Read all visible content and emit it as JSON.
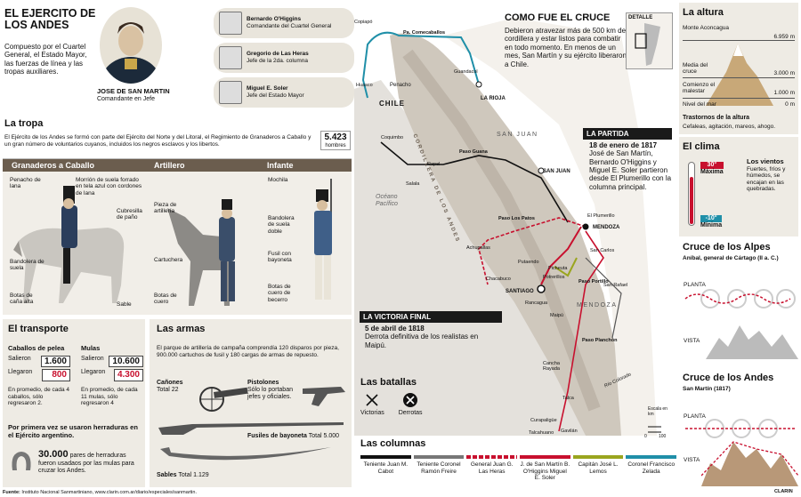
{
  "title": "EL EJERCITO DE LOS ANDES",
  "intro": "Compuesto por el Cuartel General, el Estado Mayor, las fuerzas de línea y las tropas auxiliares.",
  "sanmartin": {
    "name": "JOSE DE SAN MARTIN",
    "role": "Comandante en Jefe"
  },
  "officers": [
    {
      "name": "Bernardo O'Higgins",
      "role": "Comandante del Cuartel General"
    },
    {
      "name": "Gregorio de Las Heras",
      "role": "Jefe de la 2da. columna"
    },
    {
      "name": "Miguel E. Soler",
      "role": "Jefe del Estado Mayor"
    }
  ],
  "tropa": {
    "title": "La tropa",
    "text": "El Ejército de los Andes se formó con parte del Ejército del Norte y del Litoral, el Regimiento de Granaderos a Caballo y un gran número de voluntarios cuyanos, incluidos los negros esclavos y los libertos.",
    "count": "5.423",
    "count_label": "hombres"
  },
  "units": [
    {
      "title": "Granaderos a Caballo",
      "labels": [
        "Penacho de lana",
        "Morrión de suela forrado en tela azul con cordones de lana",
        "Cubresilla de paño",
        "Bandolera de suela",
        "Botas de caña alta",
        "Sable"
      ]
    },
    {
      "title": "Artillero",
      "labels": [
        "Pieza de artillería",
        "Cartuchera",
        "Botas de cuero"
      ]
    },
    {
      "title": "Infante",
      "labels": [
        "Mochila",
        "Bandolera de suela doble",
        "Fusil con bayoneta",
        "Botas de cuero de becerro"
      ]
    }
  ],
  "transporte": {
    "title": "El transporte",
    "caballos": {
      "label": "Caballos de pelea",
      "salieron": "1.600",
      "llegaron": "800"
    },
    "mulas": {
      "label": "Mulas",
      "salieron": "10.600",
      "llegaron": "4.300"
    },
    "salieron_lbl": "Salieron",
    "llegaron_lbl": "Llegaron",
    "note1": "En promedio, de cada 4 caballos, sólo regresaron 2.",
    "note2": "En promedio, de cada 11 mulas, sólo regresaron 4",
    "herraduras_title": "Por primera vez se usaron herraduras en el Ejército argentino.",
    "herraduras_num": "30.000",
    "herraduras_word": "pares de herraduras",
    "herraduras_text": "fueron usadaos por las mulas para cruzar los Andes."
  },
  "armas": {
    "title": "Las armas",
    "text": "El parque de artillería de campaña comprendía 120 disparos por pieza, 900.000 cartuchos de fusil y 180 cargas de armas de repuesto.",
    "canones": "Cañones",
    "canones_total": "Total 22",
    "pistolones": "Pistolones",
    "pistolones_text": "Sólo lo portaban jefes y oficiales.",
    "fusiles": "Fusiles de bayoneta",
    "fusiles_total": "Total 5.000",
    "sables": "Sables",
    "sables_total": "Total 1.129"
  },
  "cruce": {
    "title": "COMO FUE EL CRUCE",
    "text": "Debieron atravezar más de 500 km de cordillera y estar listos para combatir en todo momento. En menos de un mes, San Martín y su ejército liberaron a Chile.",
    "detalle": "DETALLE"
  },
  "partida": {
    "tag": "LA PARTIDA",
    "date": "18 de enero de 1817",
    "text": "José de San Martín, Bernardo O'Higgins y Miguel E. Soler partieron desde El Plumerillo con la columna principal."
  },
  "victoria": {
    "tag": "LA VICTORIA FINAL",
    "date": "5 de abril de 1818",
    "text": "Derrota definitiva de los realistas en Maipú."
  },
  "batallas": {
    "title": "Las batallas",
    "victorias": "Victorias",
    "derrotas": "Derrotas"
  },
  "columnas": {
    "title": "Las columnas",
    "items": [
      {
        "label": "Teniente Juan M. Cabot",
        "color": "#111111"
      },
      {
        "label": "Teniente Coronel Ramón Freire",
        "color": "#777777"
      },
      {
        "label": "General Juan G. Las Heras",
        "color": "#c8102e"
      },
      {
        "label": "J. de San Martín B. O'Higgins Miguel E. Soler",
        "color": "#c8102e"
      },
      {
        "label": "Capitán José L. Lemos",
        "color": "#9aa51e"
      },
      {
        "label": "Coronel Francisco Zelada",
        "color": "#1f8fa8"
      }
    ]
  },
  "map": {
    "chile": "CHILE",
    "cordillera": "CORDILLERA DE LOS ANDES",
    "oceano": "Océano Pacífico",
    "mendoza_prov": "MENDOZA",
    "sanjuan_prov": "SAN JUAN",
    "scale": "Escala en km",
    "scale_vals": [
      "0",
      "100"
    ],
    "places": [
      "Copiapó",
      "Pa. Comecaballos",
      "Huasco",
      "Penacho",
      "Guandacol",
      "LA RIOJA",
      "Coquimbo",
      "Rapel",
      "Paso Guana",
      "SAN JUAN",
      "Salala",
      "El Plumerillo",
      "MENDOZA",
      "Paso Los Patos",
      "Achupallas",
      "Picheuta",
      "Putaendo",
      "Potrerillos",
      "San Carlos",
      "Chacabuco",
      "SANTIAGO",
      "Paso Portillo",
      "San Rafael",
      "Rancagua",
      "Maipú",
      "Paso Planchón",
      "Cancha Rayada",
      "Talca",
      "Río Colorado",
      "Curapaligüe",
      "Gavilán",
      "Talcahuano"
    ]
  },
  "altura": {
    "title": "La altura",
    "monte": "Monte Aconcagua",
    "monte_m": "6.959 m",
    "media": "Media del cruce",
    "media_m": "3.000 m",
    "comienzo": "Comienzo el malestar",
    "comienzo_m": "1.000 m",
    "nivel": "Nivel del mar",
    "nivel_m": "0 m",
    "trastornos_title": "Trastornos de la altura",
    "trastornos": "Cefaleas, agitación, mareos, ahogo."
  },
  "clima": {
    "title": "El clima",
    "max": "30°",
    "max_lbl": "Máxima",
    "min": "-10°",
    "min_lbl": "Mínima",
    "vientos_title": "Los vientos",
    "vientos": "Fuertes, fríos y húmedos, se encajan en las quebradas.",
    "max_frac": 0.78,
    "min_frac": 0.12
  },
  "alpes": {
    "title": "Cruce de los Alpes",
    "sub": "Aníbal, general de Cártago (II a. C.)",
    "planta": "PLANTA",
    "vista": "VISTA"
  },
  "andes": {
    "title": "Cruce de los Andes",
    "sub": "San Martín (1817)",
    "planta": "PLANTA",
    "vista": "VISTA"
  },
  "source_lbl": "Fuente:",
  "source": "Instituto Nacional Sanmartiniano, www.clarin.com.ar/diario/especiales/sanmartin.",
  "brand": "CLARIN"
}
